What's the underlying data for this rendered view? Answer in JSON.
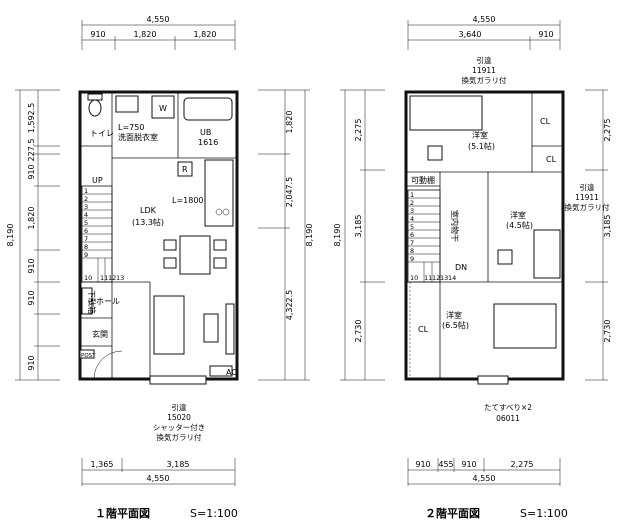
{
  "floor1": {
    "title": "１階平面図",
    "scale": "S=1:100",
    "dims_top": {
      "total": "4,550",
      "segments": [
        "910",
        "1,820",
        "1,820"
      ]
    },
    "dims_bottom": {
      "total": "4,550",
      "segments": [
        "1,365",
        "3,185"
      ]
    },
    "dims_left": {
      "total": "8,190",
      "segments": [
        "1,592.5",
        "227.5",
        "910",
        "1,820",
        "910",
        "910",
        "910"
      ]
    },
    "dims_right": {
      "segments": [
        "1,820",
        "2,047.5",
        "4,322.5"
      ],
      "total": "8,190"
    },
    "rooms": {
      "toilet": "トイレ",
      "wash_dim": "L=750",
      "wash": "洗面脱衣室",
      "ub": "UB",
      "ub_size": "1616",
      "fridge": "R",
      "washer": "W",
      "kitchen_dim": "L=1800",
      "ldk": "LDK",
      "ldk_size": "(13.3帖)",
      "up": "UP",
      "shoe": "下駄箱",
      "hall": "ホール",
      "entry": "玄関",
      "post": "POST",
      "ac": "AC"
    },
    "stairs": [
      "1",
      "2",
      "3",
      "4",
      "5",
      "6",
      "7",
      "8",
      "9",
      "10",
      "11",
      "12",
      "13"
    ],
    "window_note": [
      "引違",
      "15020",
      "シャッター付き",
      "換気ガラリ付"
    ]
  },
  "floor2": {
    "title": "２階平面図",
    "scale": "S=1:100",
    "dims_top": {
      "total": "4,550",
      "segments": [
        "3,640",
        "910"
      ]
    },
    "dims_bottom": {
      "total": "4,550",
      "segments": [
        "910",
        "455",
        "910",
        "2,275"
      ]
    },
    "dims_left": {
      "total": "8,190",
      "segments": [
        "2,275",
        "3,185",
        "2,730"
      ]
    },
    "dims_right": {
      "segments": [
        "2,275",
        "3,185",
        "2,730"
      ]
    },
    "rooms": {
      "room1": "洋室",
      "room1_size": "(5.1帖)",
      "cl1": "CL",
      "cl2": "CL",
      "shelf": "可動棚",
      "hanger": "室内物干",
      "room2": "洋室",
      "room2_size": "(4.5帖)",
      "dn": "DN",
      "room3": "洋室",
      "room3_size": "(6.5帖)",
      "cl3": "CL"
    },
    "stairs": [
      "1",
      "2",
      "3",
      "4",
      "5",
      "6",
      "7",
      "8",
      "9",
      "10",
      "11",
      "12",
      "13",
      "14"
    ],
    "window_top": [
      "引違",
      "11911",
      "換気ガラリ付"
    ],
    "window_right": [
      "引違",
      "11911",
      "換気ガラリ付"
    ],
    "window_bottom": [
      "たてすべり×2",
      "06011"
    ]
  }
}
